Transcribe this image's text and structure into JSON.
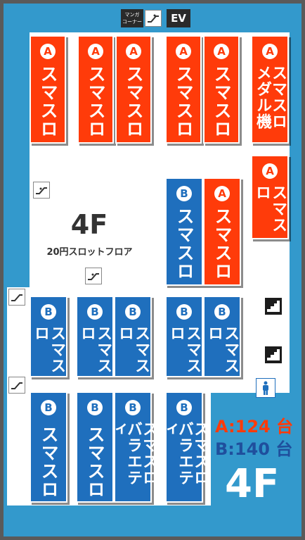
{
  "top_labels": {
    "manga_line1": "マンガ",
    "manga_line2": "コーナー",
    "ev": "EV"
  },
  "floor_name": "4F",
  "floor_subtitle": "20円スロットフロア",
  "floor_corner_label": "4F",
  "totals": {
    "a": "A:124 台",
    "b": "B:140 台"
  },
  "zones": {
    "a": "A",
    "b": "B"
  },
  "machine_names": {
    "smaslo": "スマスロ",
    "medal_line1": "スマスロ",
    "medal_line2": "メダル機",
    "variety_line1": "スマスロ",
    "variety_line2": "バラエティ"
  },
  "colors": {
    "zone_a": "#ff3b0a",
    "zone_b": "#1f6fbd",
    "background": "#3399cc",
    "floor": "#ffffff"
  },
  "icons": [
    "escalator-icon",
    "stairs-icon",
    "restroom-icon"
  ]
}
